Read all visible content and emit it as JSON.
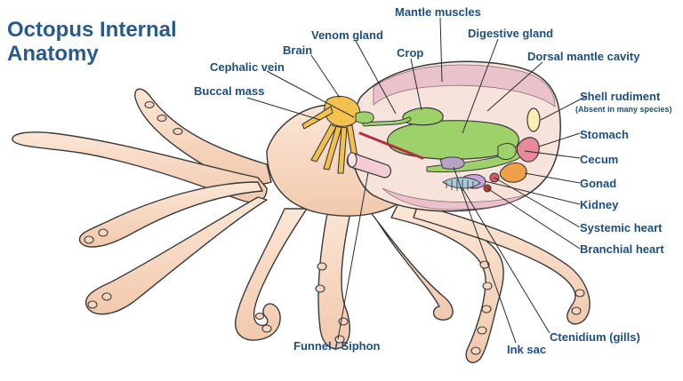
{
  "title": "Octopus Internal Anatomy",
  "labels": {
    "mantle_muscles": "Mantle muscles",
    "venom_gland": "Venom gland",
    "digestive_gland": "Digestive gland",
    "brain": "Brain",
    "crop": "Crop",
    "dorsal_mantle_cavity": "Dorsal mantle cavity",
    "cephalic_vein": "Cephalic vein",
    "buccal_mass": "Buccal mass",
    "shell_rudiment": "Shell rudiment",
    "shell_rudiment_note": "(Absent in many species)",
    "stomach": "Stomach",
    "cecum": "Cecum",
    "gonad": "Gonad",
    "kidney": "Kidney",
    "systemic_heart": "Systemic heart",
    "branchial_heart": "Branchial heart",
    "funnel_siphon": "Funnel / Siphon",
    "ink_sac": "Ink sac",
    "ctenidium": "Ctenidium (gills)"
  },
  "colors": {
    "title": "#2a5a8c",
    "label": "#1d4f7f",
    "skin": "#f8dcc8",
    "skin_shade": "#efc3a6",
    "outline": "#3a3a3a",
    "mantle_pink": "#e9c2cc",
    "organ_green": "#9fd16a",
    "nerve_yellow": "#f2c14e",
    "gill_blue": "#a9c9d8",
    "heart_red": "#e0566a",
    "gonad_orange": "#f0a048"
  }
}
